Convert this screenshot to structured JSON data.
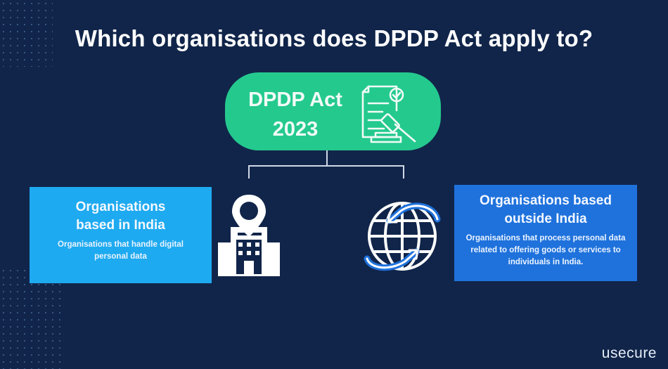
{
  "title": "Which organisations does DPDP Act apply to?",
  "root": {
    "line1": "DPDP Act",
    "line2": "2023",
    "icon": "legal-document-gavel-icon",
    "color": "#24c98e"
  },
  "branches": [
    {
      "title_line1": "Organisations",
      "title_line2": "based in India",
      "description": "Organisations that handle digital personal data",
      "icon": "building-location-pin-icon",
      "color": "#1eaaf0"
    },
    {
      "title_line1": "Organisations based",
      "title_line2": "outside India",
      "description": "Organisations that process personal data related to offering goods or services to individuals in India.",
      "icon": "globe-arrows-icon",
      "color": "#1f72dc"
    }
  ],
  "brand": "usecure",
  "background": "#11254a"
}
